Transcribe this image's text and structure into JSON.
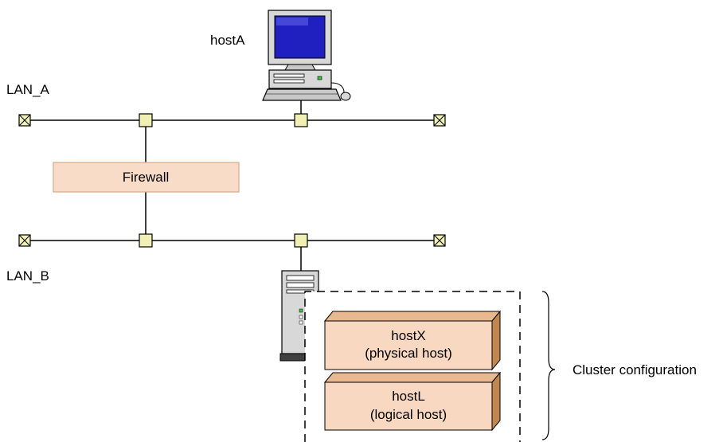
{
  "lans": {
    "a": "LAN_A",
    "b": "LAN_B"
  },
  "hosts": {
    "host_a": "hostA"
  },
  "firewall": {
    "label": "Firewall"
  },
  "cluster": {
    "label": "Cluster configuration",
    "physical_host": {
      "name": "hostX",
      "desc": "(physical host)"
    },
    "logical_host": {
      "name": "hostL",
      "desc": "(logical host)"
    }
  },
  "colors": {
    "line": "#000000",
    "connector_fill": "#f0f0b4",
    "firewall_fill": "#f8dcc8",
    "firewall_stroke": "#d8a888",
    "host_box_front": "#f8d8c0",
    "host_box_top": "#e8b890",
    "host_box_side": "#c08850",
    "monitor_screen": "#2020c0",
    "computer_body": "#d8d8d8"
  },
  "icons": [
    "terminator-icon",
    "connector-icon",
    "desktop-computer-icon",
    "server-tower-icon",
    "curly-brace-icon"
  ]
}
